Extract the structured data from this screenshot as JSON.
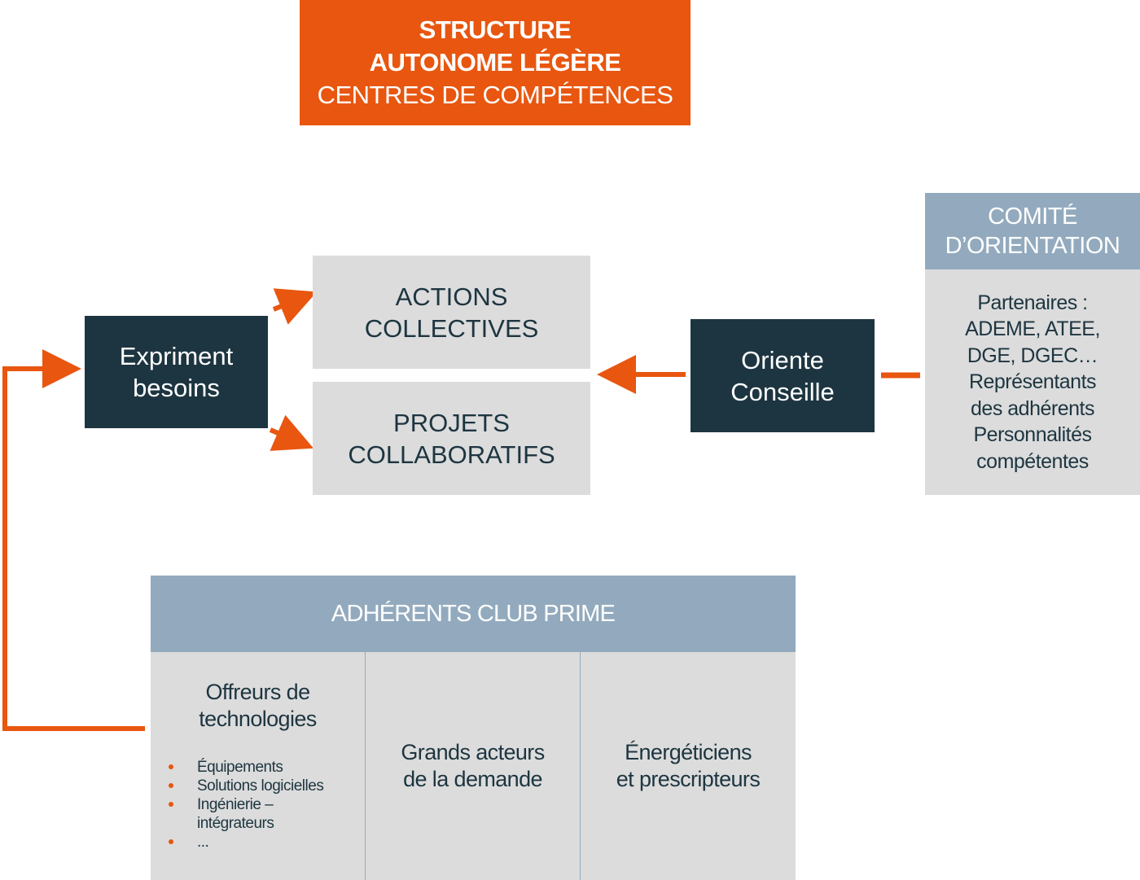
{
  "structure": {
    "line1": "STRUCTURE",
    "line2": "AUTONOME LÉGÈRE",
    "line3": "CENTRES DE COMPÉTENCES"
  },
  "exprime": {
    "line1": "Expriment",
    "line2": "besoins"
  },
  "actions": {
    "line1": "ACTIONS",
    "line2": "COLLECTIVES"
  },
  "projets": {
    "line1": "PROJETS",
    "line2": "COLLABORATIFS"
  },
  "oriente": {
    "line1": "Oriente",
    "line2": "Conseille"
  },
  "comite": {
    "title1": "COMITÉ",
    "title2": "D’ORIENTATION",
    "lines": [
      "Partenaires :",
      "ADEME, ATEE,",
      "DGE, DGEC…",
      "Représentants",
      "des adhérents",
      "Personnalités",
      "compétentes"
    ]
  },
  "adherents": {
    "title": "ADHÉRENTS CLUB PRIME",
    "col1": {
      "title1": "Offreurs de",
      "title2": "technologies",
      "items": [
        "Équipements",
        "Solutions logicielles",
        "Ingénierie –",
        "intégrateurs",
        "..."
      ]
    },
    "col2": {
      "line1": "Grands acteurs",
      "line2": "de la demande"
    },
    "col3": {
      "line1": "Énergéticiens",
      "line2": "et prescripteurs"
    }
  },
  "colors": {
    "orange": "#e8560f",
    "dark": "#1d3540",
    "grey": "#dcdcdc",
    "blue": "#93aabe"
  }
}
